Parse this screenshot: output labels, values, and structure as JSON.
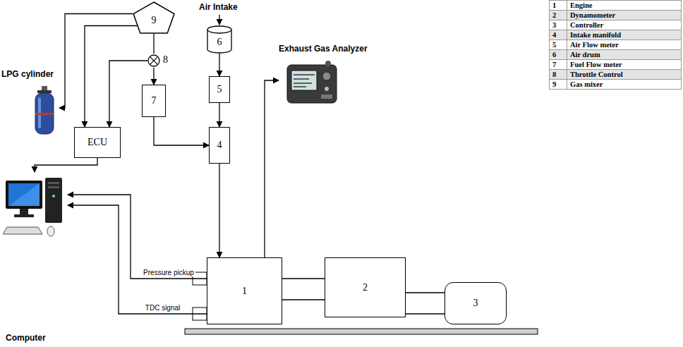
{
  "diagram": {
    "nodes": [
      {
        "text": [
          "9"
        ]
      },
      {
        "text": [
          "8"
        ]
      },
      {
        "text": [
          "LPG cylinder"
        ]
      },
      {
        "text": [
          "ECU"
        ]
      },
      {
        "text": [
          "7"
        ]
      },
      {
        "text": [
          "6"
        ]
      },
      {
        "text": [
          "5"
        ]
      },
      {
        "text": [
          "4"
        ]
      },
      {
        "text": [
          "Exhaust Gas Analyzer"
        ]
      },
      {
        "text": [
          "Computer"
        ]
      },
      {
        "text": [
          "1"
        ]
      },
      {
        "text": [
          "2"
        ]
      },
      {
        "text": [
          "3"
        ]
      }
    ],
    "edges": [
      {
        "from": 0,
        "to": 2,
        "arrow": "to"
      },
      {
        "from": 0,
        "to": 3,
        "arrow": "to"
      },
      {
        "from": 0,
        "to": 1,
        "arrow": "none"
      },
      {
        "from": 1,
        "to": 3,
        "arrow": "to"
      },
      {
        "from": 1,
        "to": 4,
        "arrow": "to"
      },
      {
        "from": 4,
        "to": 7,
        "arrow": "to"
      },
      {
        "from": 5,
        "to": 6,
        "arrow": "to"
      },
      {
        "from": 6,
        "to": 7,
        "arrow": "to"
      },
      {
        "from": 7,
        "to": 10,
        "arrow": "to"
      },
      {
        "from": 10,
        "to": 8,
        "arrow": "to"
      },
      {
        "from": 3,
        "to": 9,
        "arrow": "to"
      },
      {
        "from": 10,
        "to": 9,
        "label": "Pressure pickup",
        "arrow": "to"
      },
      {
        "from": 10,
        "to": 9,
        "label": "TDC signal",
        "arrow": "to"
      },
      {
        "from": 10,
        "to": 11,
        "arrow": "none"
      },
      {
        "from": 11,
        "to": 12,
        "arrow": "none"
      }
    ],
    "labels": [
      "Air Intake",
      "1",
      "Engine",
      "2",
      "Dynamometer",
      "3",
      "Controller",
      "4",
      "Intake manifold",
      "5",
      "Air Flow meter",
      "6",
      "Air drum",
      "7",
      "Fuel Flow meter",
      "8",
      "Throttle Control",
      "9",
      "Gas mixer"
    ]
  }
}
